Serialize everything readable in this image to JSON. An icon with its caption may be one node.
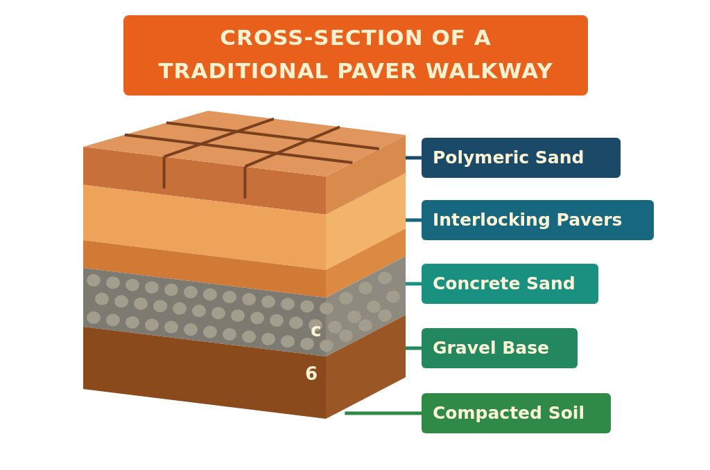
{
  "diagram": {
    "title": "CROSS-SECTION OF A TRADITIONAL PAVER WALKWAY",
    "nodes": [
      {
        "text": [
          "Polymeric Sand"
        ]
      },
      {
        "text": [
          "Interlocking Pavers"
        ]
      },
      {
        "text": [
          "Concrete Sand"
        ]
      },
      {
        "text": [
          "Gravel Base"
        ]
      },
      {
        "text": [
          "Compacted Soil"
        ]
      },
      {
        "text": [],
        "shape": "picture"
      },
      {
        "text": [],
        "shape": "picture"
      },
      {
        "text": [],
        "shape": "picture"
      },
      {
        "text": [],
        "shape": "picture"
      },
      {
        "text": [],
        "shape": "picture"
      }
    ],
    "edges": [
      {
        "from": 0,
        "to": 5,
        "arrow": "none",
        "color": "#1b4a68"
      },
      {
        "from": 1,
        "to": 6,
        "arrow": "none",
        "color": "#17677f"
      },
      {
        "from": 2,
        "to": 8,
        "arrow": "none",
        "color": "#1a9080"
      },
      {
        "from": 3,
        "to": 9,
        "arrow": "none",
        "color": "#23885f"
      },
      {
        "from": 4,
        "to": 9,
        "arrow": "none",
        "color": "#2f8a48"
      }
    ],
    "labels": [
      "c",
      "6"
    ]
  }
}
